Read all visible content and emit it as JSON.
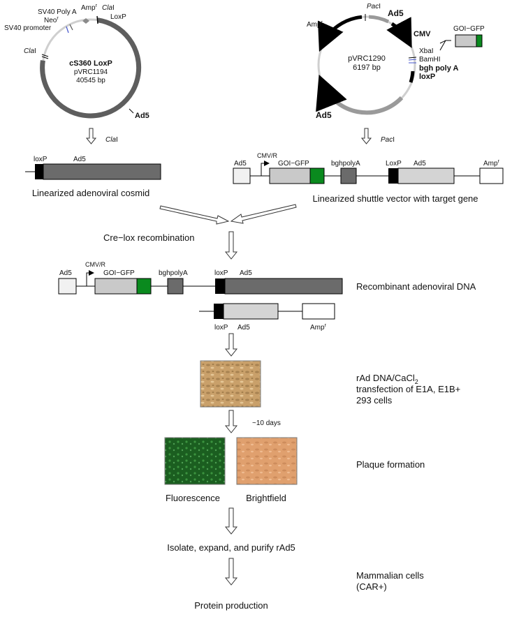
{
  "plasmid1": {
    "name": "cS360 LoxP",
    "alt_name": "pVRC1194",
    "size": "40545 bp",
    "labels": {
      "sv40_polya": "SV40 Poly A",
      "neo": "Neo",
      "neo_sup": "r",
      "sv40_promoter": "SV40 promoter",
      "amp": "Amp",
      "amp_sup": "r",
      "cla_top": "Cla",
      "cla_top_suffix": "I",
      "loxp": "LoxP",
      "cla_left": "Cla",
      "cla_left_suffix": "I",
      "ad5": "Ad5"
    }
  },
  "plasmid2": {
    "name": "pVRC1290",
    "size": "6197 bp",
    "labels": {
      "pac": "Pac",
      "pac_suffix": "I",
      "ad5_top": "Ad5",
      "amp": "Amp",
      "amp_sup": "r",
      "cmv": "CMV",
      "xba": "XbaI",
      "bam": "BamHI",
      "bgh": "bgh poly A",
      "loxp": "loxP",
      "ad5_bottom": "Ad5",
      "insert": "GOI−GFP"
    }
  },
  "step_left": {
    "enzyme": "Cla",
    "enzyme_suffix": "I"
  },
  "step_right": {
    "enzyme": "Pac",
    "enzyme_suffix": "I"
  },
  "linear_cosmid": {
    "loxp": "loxP",
    "ad5": "Ad5",
    "caption": "Linearized adenoviral cosmid"
  },
  "linear_shuttle": {
    "ad5_left": "Ad5",
    "cmv": "CMV/R",
    "goi": "GOI−GFP",
    "bgh": "bghpolyA",
    "loxp": "LoxP",
    "ad5_right": "Ad5",
    "amp": "Amp",
    "amp_sup": "r",
    "caption": "Linearized shuttle vector with target gene"
  },
  "cre_lox": "Cre−lox recombination",
  "recombinant": {
    "ad5_left": "Ad5",
    "cmv": "CMV/R",
    "goi": "GOI−GFP",
    "bgh": "bghpolyA",
    "loxp": "loxP",
    "ad5": "Ad5",
    "caption": "Recombinant adenoviral  DNA",
    "bottom_loxp": "loxP",
    "bottom_ad5": "Ad5",
    "bottom_amp": "Amp",
    "bottom_amp_sup": "r"
  },
  "transfection": {
    "line1": "rAd DNA/CaCl",
    "line1_sub": "2",
    "line2": "transfection of E1A, E1B+",
    "line3": "293 cells"
  },
  "days": "~10 days",
  "plaque": {
    "caption": "Plaque formation",
    "fluorescence": "Fluorescence",
    "brightfield": "Brightfield"
  },
  "isolate": "Isolate, expand, and purify rAd5",
  "mammalian": {
    "line1": "Mammalian cells",
    "line2": "(CAR+)"
  },
  "protein": "Protein production",
  "colors": {
    "gfp": "#0a8a1e",
    "dark_gray": "#6b6b6b",
    "light_gray": "#d4d4d4",
    "cell_brown": "#c9a06a",
    "fluor_green": "#1f6e22",
    "bright_orange": "#e0a06e"
  }
}
